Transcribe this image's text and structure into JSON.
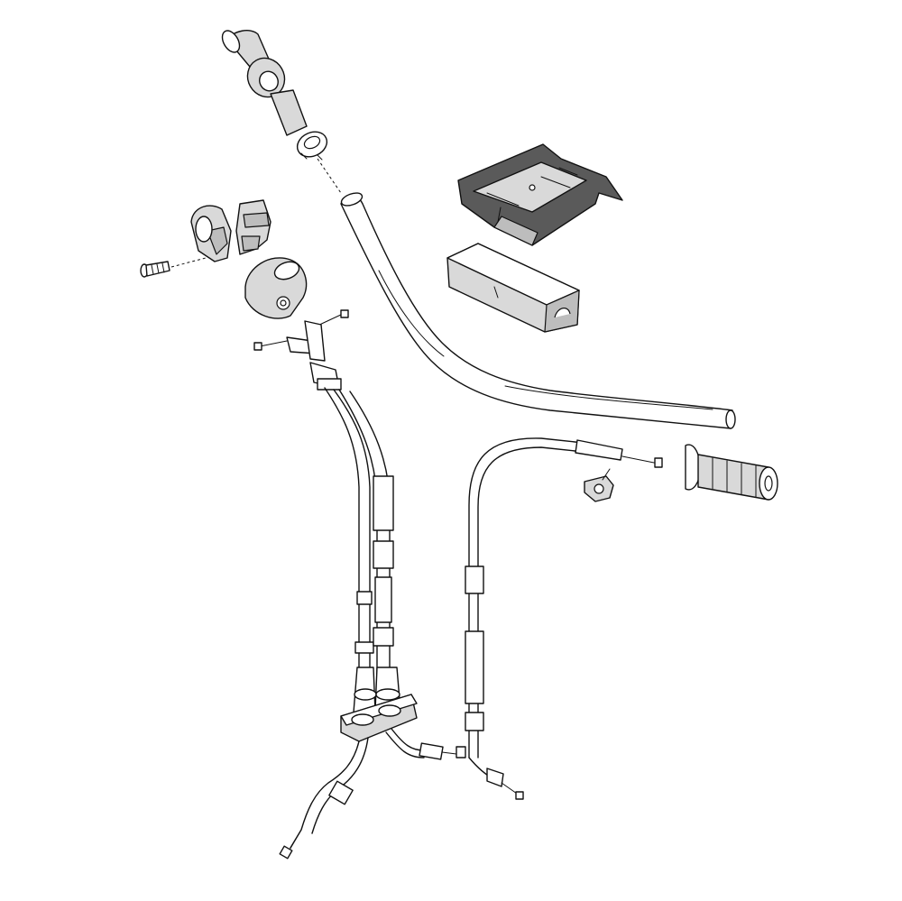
{
  "diagram": {
    "colors": {
      "line": "#111111",
      "background": "#ffffff",
      "part_fill": "#d9d9d9",
      "part_shade": "#bdbdbd",
      "pad_cover": "#5a5a5a"
    },
    "parts": [
      "left-grip",
      "throttle-tube",
      "handlebar",
      "handlebar-pad-cover",
      "handlebar-pad",
      "throttle-housing-upper",
      "throttle-housing-lower",
      "housing-screw",
      "throttle-cable-cover",
      "throttle-cables",
      "cable-junction-block",
      "choke-cable",
      "cable-adjuster",
      "right-grip"
    ]
  }
}
